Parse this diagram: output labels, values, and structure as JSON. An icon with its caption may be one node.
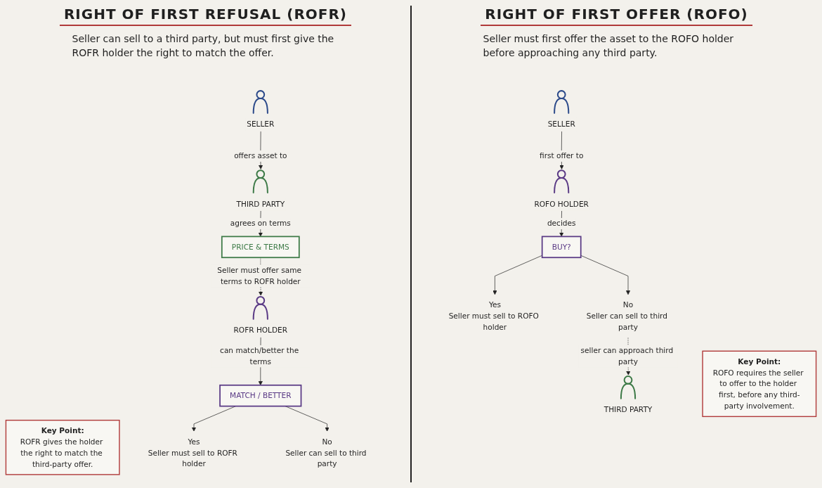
{
  "diagram": {
    "nodes": [
      {
        "text": [
          "SELLER"
        ]
      },
      {
        "text": [
          "THIRD PARTY"
        ]
      },
      {
        "text": [
          "PRICE & TERMS"
        ]
      },
      {
        "text": [
          "ROFR HOLDER"
        ]
      },
      {
        "text": [
          "MATCH / BETTER"
        ]
      },
      {
        "text": [
          "Yes",
          "Seller must sell to ROFR holder"
        ]
      },
      {
        "text": [
          "No",
          "Seller can sell to third party"
        ]
      },
      {
        "text": [
          "Key Point:",
          "ROFR gives the holder the right to match the third-party offer."
        ]
      },
      {
        "text": [
          "SELLER"
        ]
      },
      {
        "text": [
          "ROFO HOLDER"
        ]
      },
      {
        "text": [
          "BUY?"
        ]
      },
      {
        "text": [
          "Yes",
          "Seller must sell to ROFO holder"
        ]
      },
      {
        "text": [
          "No",
          "Seller can sell to third party"
        ]
      },
      {
        "text": [
          "THIRD PARTY"
        ]
      },
      {
        "text": [
          "Key Point:",
          "ROFO requires the seller to offer to the holder first, before any third-party involvement."
        ]
      }
    ],
    "edges": [
      {
        "from": 0,
        "to": 1,
        "arrow": "to",
        "label": "offers asset to"
      },
      {
        "from": 1,
        "to": 2,
        "arrow": "to",
        "label": "agrees on terms"
      },
      {
        "from": 2,
        "to": 3,
        "arrow": "to",
        "label": "Seller must offer same terms to ROFR holder",
        "style": "dashed"
      },
      {
        "from": 3,
        "to": 4,
        "arrow": "to",
        "label": "can match/better the terms"
      },
      {
        "from": 4,
        "to": 5,
        "arrow": "to"
      },
      {
        "from": 4,
        "to": 6,
        "arrow": "to"
      },
      {
        "from": 8,
        "to": 9,
        "arrow": "to",
        "label": "first offer to"
      },
      {
        "from": 9,
        "to": 10,
        "arrow": "to",
        "label": "decides"
      },
      {
        "from": 10,
        "to": 11,
        "arrow": "to"
      },
      {
        "from": 10,
        "to": 12,
        "arrow": "to"
      },
      {
        "from": 12,
        "to": 13,
        "arrow": "to",
        "label": "seller can approach third party",
        "style": "dashed"
      }
    ],
    "labels": [
      "RIGHT OF FIRST REFUSAL (ROFR)",
      "Seller can sell to a third party, but must first give the ROFR holder the right to match the offer.",
      "RIGHT OF FIRST OFFER (ROFO)",
      "Seller must first offer the asset to the ROFO holder before approaching any third party."
    ]
  }
}
